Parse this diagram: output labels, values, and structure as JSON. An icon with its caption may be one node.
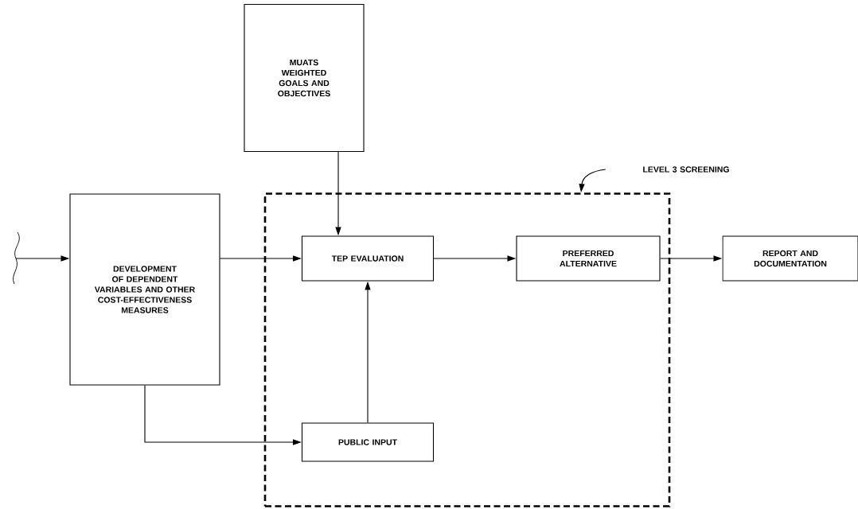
{
  "diagram": {
    "nodes": [
      {
        "text": [
          "MUATS WEIGHTED GOALS AND OBJECTIVES"
        ]
      },
      {
        "text": [
          "LEVEL 3 SCREENING"
        ]
      },
      {
        "text": [],
        "shape": "box"
      },
      {
        "text": [
          "DEVELOPMENT OF DEPENDENT VARIABLES AND OTHER COST-EFFECTIVENESS MEASURES"
        ]
      },
      {
        "text": [
          "TEP EVALUATION"
        ],
        "in": 2
      },
      {
        "text": [
          "PREFERRED ALTERNATIVE"
        ],
        "in": 2
      },
      {
        "text": [
          "REPORT AND DOCUMENTATION"
        ]
      },
      {
        "text": [
          "PUBLIC INPUT"
        ],
        "in": 2
      }
    ],
    "edges": [
      {
        "from": null,
        "to": 3,
        "arrow": "to"
      },
      {
        "from": 3,
        "to": 4,
        "arrow": "to"
      },
      {
        "from": 0,
        "to": 4,
        "arrow": "to"
      },
      {
        "from": 3,
        "to": 7,
        "arrow": "to"
      },
      {
        "from": 7,
        "to": 4,
        "arrow": "to"
      },
      {
        "from": 4,
        "to": 5,
        "arrow": "to"
      },
      {
        "from": 5,
        "to": 6,
        "arrow": "to"
      },
      {
        "from": 1,
        "to": 2,
        "arrow": "to"
      }
    ]
  }
}
